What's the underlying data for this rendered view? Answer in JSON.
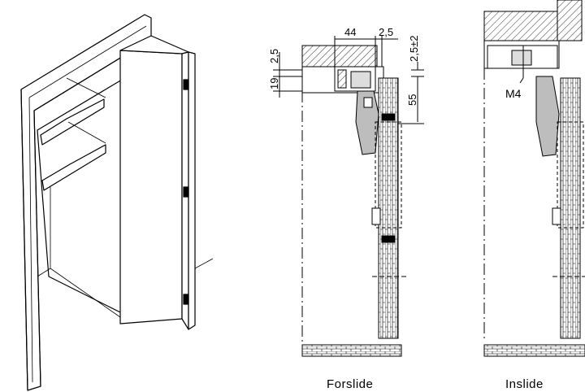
{
  "dimensions": {
    "d44": "44",
    "d2_5_top": "2,5",
    "d2_5_left": "2,5",
    "d2_5pm2": "2,5±2",
    "d19": "19",
    "d55": "55"
  },
  "screw_label": "M4",
  "captions": {
    "left": "Forslide",
    "right": "Inslide"
  },
  "colors": {
    "line": "#000000",
    "panel": "#ffffff",
    "hatch": "#000000",
    "fitting": "#bdbdbd"
  }
}
